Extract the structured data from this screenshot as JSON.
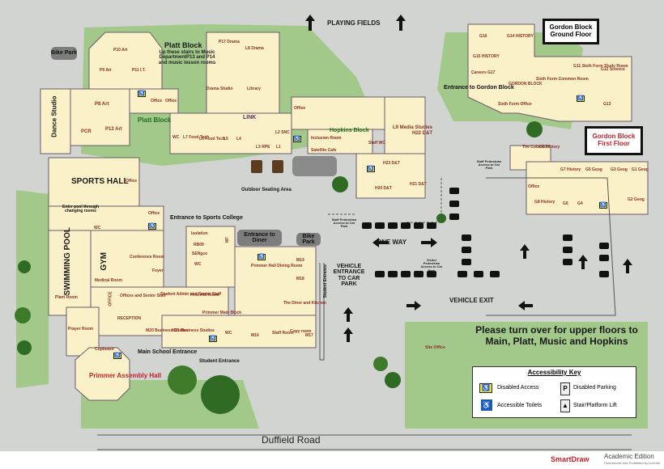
{
  "map": {
    "roads": {
      "playing_fields": "PLAYING FIELDS",
      "duffield_road": "Duffield Road",
      "one_way": "ONE WAY",
      "vehicle_exit": "VEHICLE EXIT",
      "vehicle_entrance": "VEHICLE ENTRANCE TO CAR PARK",
      "student_entrance_path": "Student Entrance"
    },
    "areas": {
      "outdoor_seating": "Outdoor Seating Area",
      "bike_park": "Bike Park"
    },
    "blocks": {
      "platt": {
        "name": "Platt Block",
        "note": "Up these stairs to Music DepartmentP13 and P14 and music lesson rooms",
        "label": "Platt Block"
      },
      "link": "LINK",
      "hopkins": "Hopkins Block",
      "gordon_ground": "Gordon Block Ground Floor",
      "gordon_first": "Gordon Block First Floor",
      "gordon_entrance": "Entrance to Gordon Block",
      "dance_studio": "Dance Studio",
      "sports_hall": "SPORTS HALL",
      "swimming_pool": "SWIMMING POOL",
      "gym": "GYM",
      "primmer_hall": "Primmer Assembly Hall",
      "main_entrance": "Main School Entrance",
      "student_entrance": "Student Entrance",
      "entrance_sports": "Entrance to Sports College",
      "entrance_diner": "Entrance to Diner",
      "staff_ped_1": "Staff Pedestrian Access to Car Park",
      "staff_ped_2": "Staff Pedestrian Access to Car Park",
      "visitor_ped": "Visitor Pedestrian Access to Car Park",
      "pool_entry": "Enter pool through changing rooms"
    },
    "rooms": {
      "p10": "P10 Art",
      "p9": "P9 Art",
      "p11": "P11 I.T.",
      "p8": "P8 Art",
      "pcr": "PCR",
      "p12": "P12 Art",
      "office": "Office",
      "wc": "WC",
      "p17": "P17 Drama",
      "l8": "L8 Drama",
      "drama_studio": "Drama Studio",
      "library": "Library",
      "l7": "L7 Food Tech",
      "l6": "L6 Food Tech",
      "l5": "L5",
      "l4": "L4",
      "l3": "L3 RPE",
      "l2": "L2 SNC",
      "l1": "L1",
      "inclusion": "Inclusion Room",
      "satellite": "Satellite Cafe",
      "staff_wc": "Staff WC",
      "l9": "L9 Media Studies",
      "h22": "H22 D&T",
      "h23": "H23 D&T",
      "h20": "H20 D&T",
      "h21": "H21 D&T",
      "g16": "G16",
      "g14": "G14 HISTORY",
      "g15": "G15 HISTORY",
      "careers": "Careers G17",
      "gordon_block": "GORDON BLOCK",
      "sixth_office": "Sixth Form Office",
      "sixth_common": "Sixth Form Common Room",
      "g11": "G11 Sixth Form Study Room",
      "g12": "G12 Science",
      "g13": "G13",
      "cube": "The Cube G10",
      "g9": "G9 History",
      "g7": "G7 History",
      "g5": "G5 Geog",
      "g3": "G3 Geog",
      "g1": "G1 Geog",
      "g8": "G8 History",
      "g6": "G6",
      "g4": "G4",
      "g2": "G2 Geog",
      "isolation": "Isolation",
      "rb09": "RB09",
      "sen": "SENgco",
      "m7": "M7",
      "conference": "Conference Room",
      "foyer": "Foyer",
      "medical": "Medical Room",
      "offices_senior": "Offices and Senior Staff",
      "student_admin": "Student Admin and Senior Staff",
      "first_aid": "First Aid Room",
      "reception": "RECEPTION",
      "office_v": "OFFICE",
      "plant": "Plant Room",
      "prayer": "Prayer Room",
      "cupboard": "Cupboard",
      "m20": "M20 Business Studies",
      "m21": "M21 Business Studies",
      "primmer_main": "Primmer Main Block",
      "m16": "M16",
      "staff_room": "Staff Room",
      "copy": "Copy room",
      "m17": "M17",
      "primmer_dining": "Primmer Hall Dining Room",
      "m19": "M19",
      "m18": "M18",
      "diner": "The Diner and Kitchen",
      "site_office": "Site Office"
    },
    "notice": "Please turn over for upper floors to Main, Platt, Music and Hopkins",
    "legend": {
      "title": "Accessibility Key",
      "disabled_access": "Disabled Access",
      "disabled_parking": "Disabled Parking",
      "accessible_toilets": "Accessible Toilets",
      "stair_lift": "Stair/Platform Lift"
    },
    "footer": {
      "brand": "SmartDraw",
      "edition": "Academic Edition",
      "license": "Commercial Use Prohibited by License"
    },
    "colors": {
      "building": "#fbf1c8",
      "ground": "#d2d4d1",
      "grass": "#a2c989",
      "wall": "#8b6c8f",
      "title_red": "#c0202a"
    }
  }
}
